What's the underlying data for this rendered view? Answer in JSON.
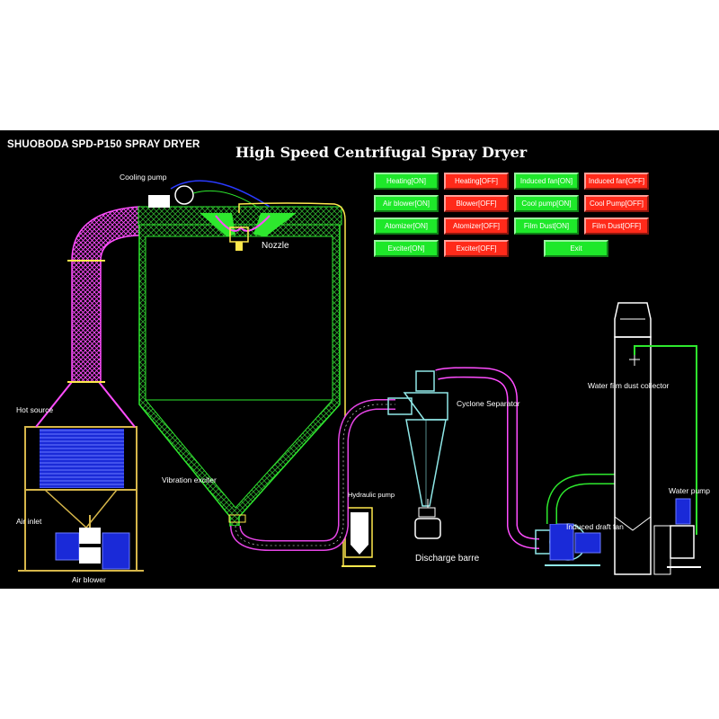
{
  "app_title": "SHUOBODA SPD-P150 SPRAY DRYER",
  "main_title": "High Speed Centrifugal Spray Dryer",
  "colors": {
    "background": "#000000",
    "button_on": "#1ee82a",
    "button_off": "#ff2a1a",
    "pipe_magenta": "#ff4dff",
    "pipe_yellow": "#ffe94d",
    "pipe_green": "#2ee82e",
    "pipe_blue": "#2a3aff"
  },
  "controls": {
    "heating_on": "Heating[ON]",
    "heating_off": "Heating[OFF]",
    "induced_fan_on": "Induced fan[ON]",
    "induced_fan_off": "Induced fan[OFF]",
    "air_blower_on": "Air blower[ON]",
    "blower_off": "Blower[OFF]",
    "cool_pump_on": "Cool  pump[ON]",
    "cool_pump_off": "Cool Pump[OFF]",
    "atomizer_on": "Atomizer[ON]",
    "atomizer_off": "Atomizer[OFF]",
    "film_dust_on": "Film Dust[ON]",
    "film_dust_off": "Film Dust[OFF]",
    "exciter_on": "Exciter[ON]",
    "exciter_off": "Exciter[OFF]",
    "exit": "Exit"
  },
  "labels": {
    "cooling_pump": "Cooling pump",
    "nozzle": "Nozzle",
    "hot_source": "Hot source",
    "vibration_exciter": "Vibration exciter",
    "air_inlet": "Air inlet",
    "air_blower": "Air blower",
    "hydraulic_pump": "Hydraulic pump",
    "cyclone_separator": "Cyclone Separator",
    "discharge_barrel": "Discharge barre",
    "water_film_dust_collector": "Water film dust collector",
    "induced_draft_fan": "Induced draft fan",
    "water_pump": "Water pump"
  }
}
